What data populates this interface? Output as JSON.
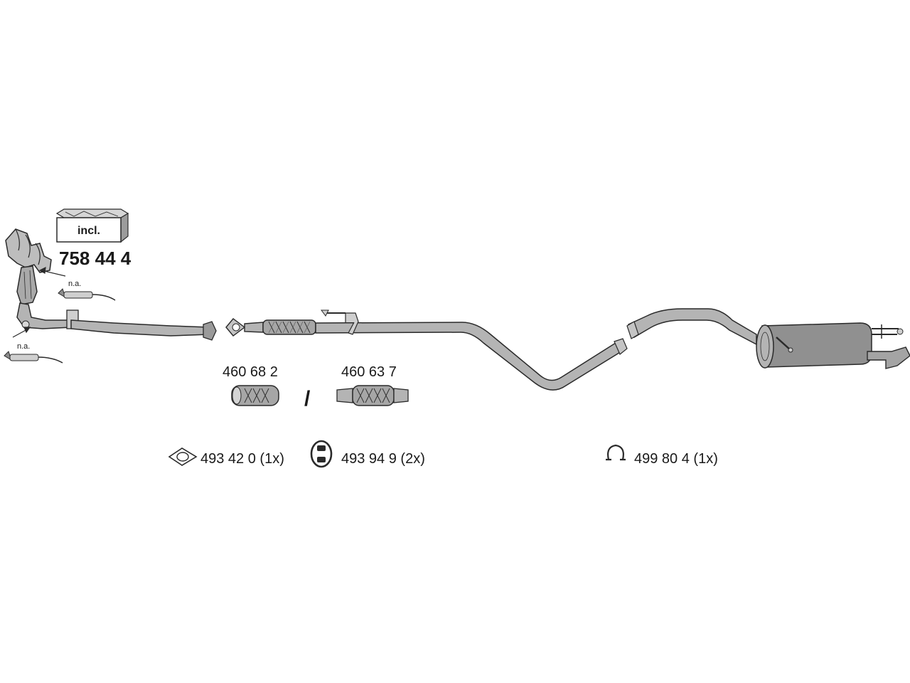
{
  "diagram": {
    "kit_number": "758 44 4",
    "kit_box_label": "incl.",
    "sensor_note_upper": "n.a.",
    "sensor_note_lower": "n.a.",
    "flex_pipe_a": "460 68 2",
    "flex_pipe_b": "460 63 7",
    "separator": "/",
    "parts": [
      {
        "icon": "gasket-icon",
        "label": "493 42 0 (1x)"
      },
      {
        "icon": "rubber-hanger-icon",
        "label": "493 94 9 (2x)"
      },
      {
        "icon": "clamp-icon",
        "label": "499 80 4 (1x)"
      }
    ]
  },
  "colors": {
    "pipe_fill": "#b4b4b4",
    "muffler_fill": "#909090",
    "outline": "#2a2a2a",
    "background": "#ffffff"
  }
}
